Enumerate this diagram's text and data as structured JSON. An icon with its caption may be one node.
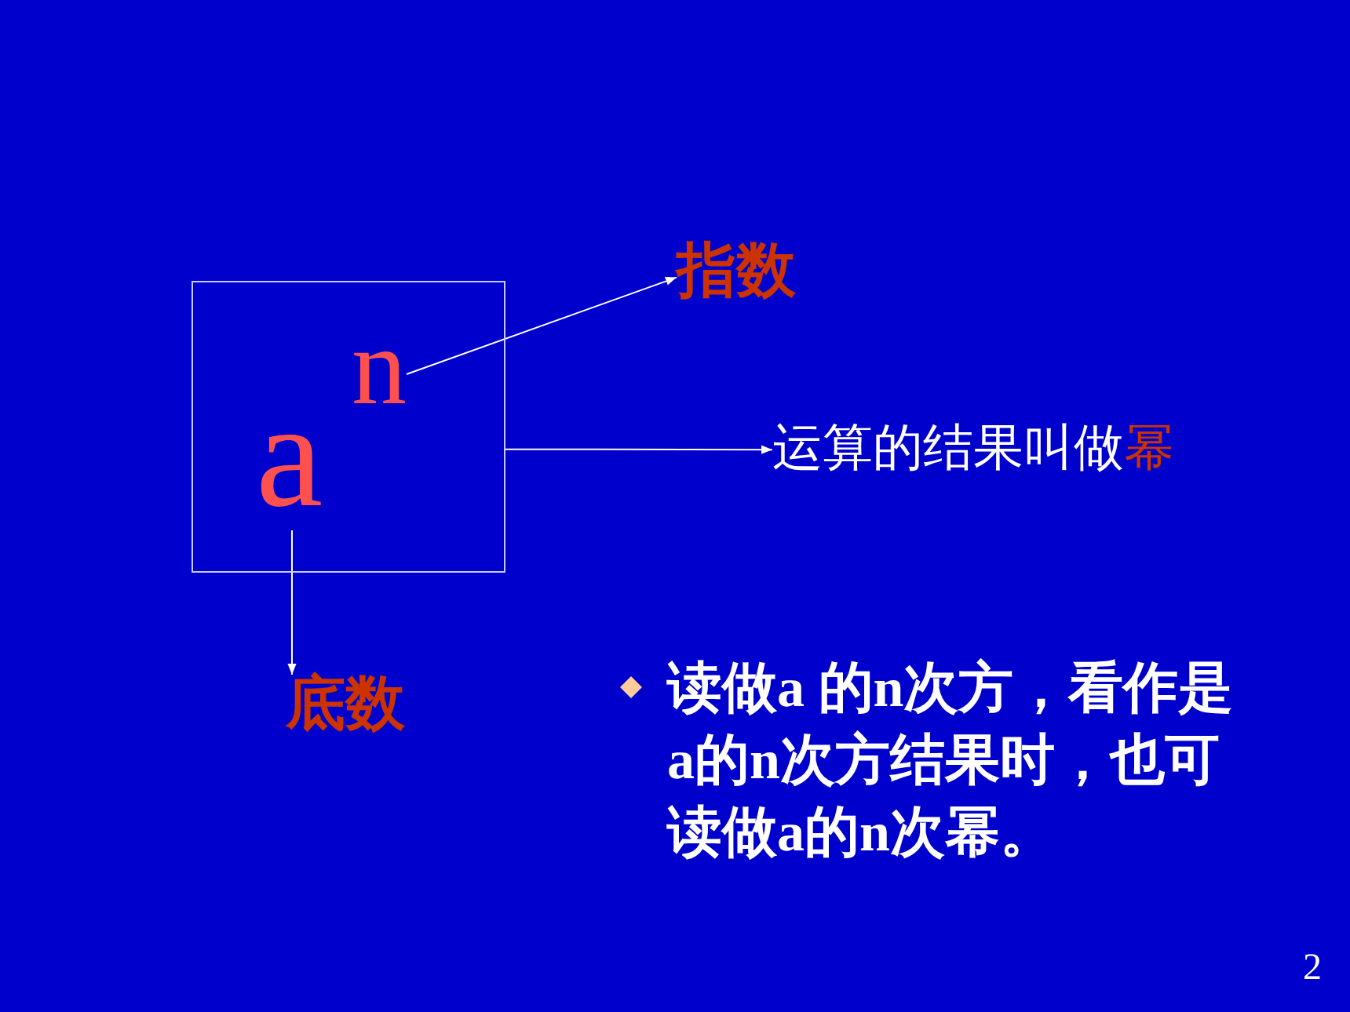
{
  "diagram": {
    "nodes": [
      {
        "text": [],
        "shape": "box"
      },
      {
        "text": [
          "a"
        ],
        "in": 0
      },
      {
        "text": [
          "n"
        ],
        "in": 0
      },
      {
        "text": [
          "指数"
        ]
      },
      {
        "text": [
          "运算的结果叫做",
          "幂"
        ]
      },
      {
        "text": [
          "底数"
        ]
      }
    ],
    "edges": [
      {
        "from": 2,
        "to": 3,
        "arrow": "to"
      },
      {
        "from": 0,
        "to": 4,
        "arrow": "to"
      },
      {
        "from": 1,
        "to": 5,
        "arrow": "to"
      }
    ],
    "labels": [
      "读做a 的n次方，看作是a的n次方结果时，也可读做a的n次幂。",
      "2"
    ]
  }
}
